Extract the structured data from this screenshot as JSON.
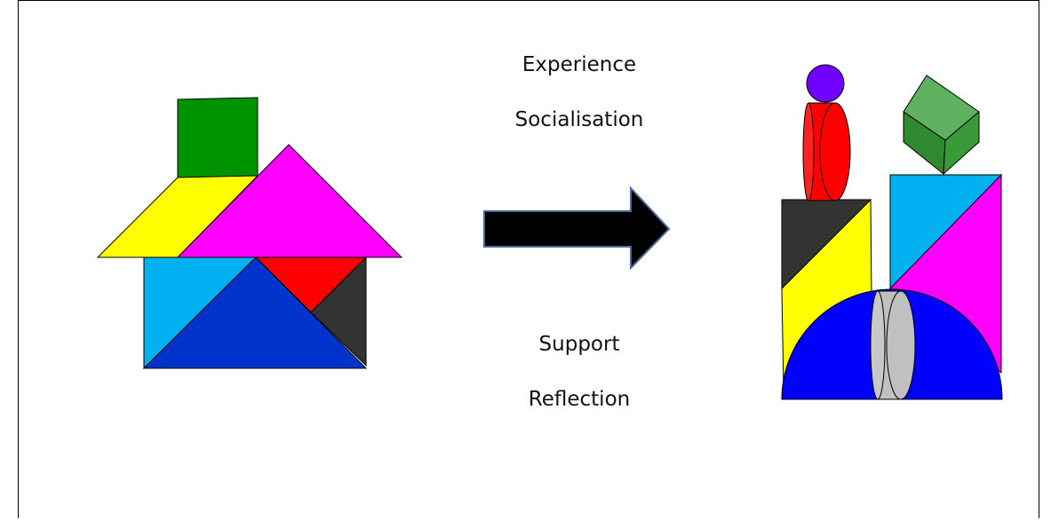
{
  "labels": {
    "top": [
      "Experience",
      "Socialisation"
    ],
    "bottom": [
      "Support",
      "Reflection"
    ]
  },
  "colors": {
    "green": "#009300",
    "yellow": "#ffff00",
    "magenta": "#ff00ff",
    "light_blue": "#00b0f0",
    "dark_blue": "#0033cc",
    "red": "#ff0000",
    "dark_grey": "#333333",
    "black": "#000000",
    "purple": "#7000ff",
    "blue": "#0000ff",
    "light_grey": "#c0c0c0",
    "cube_green": "#3a9a3a",
    "arrow_stroke": "#4a6b9a"
  }
}
